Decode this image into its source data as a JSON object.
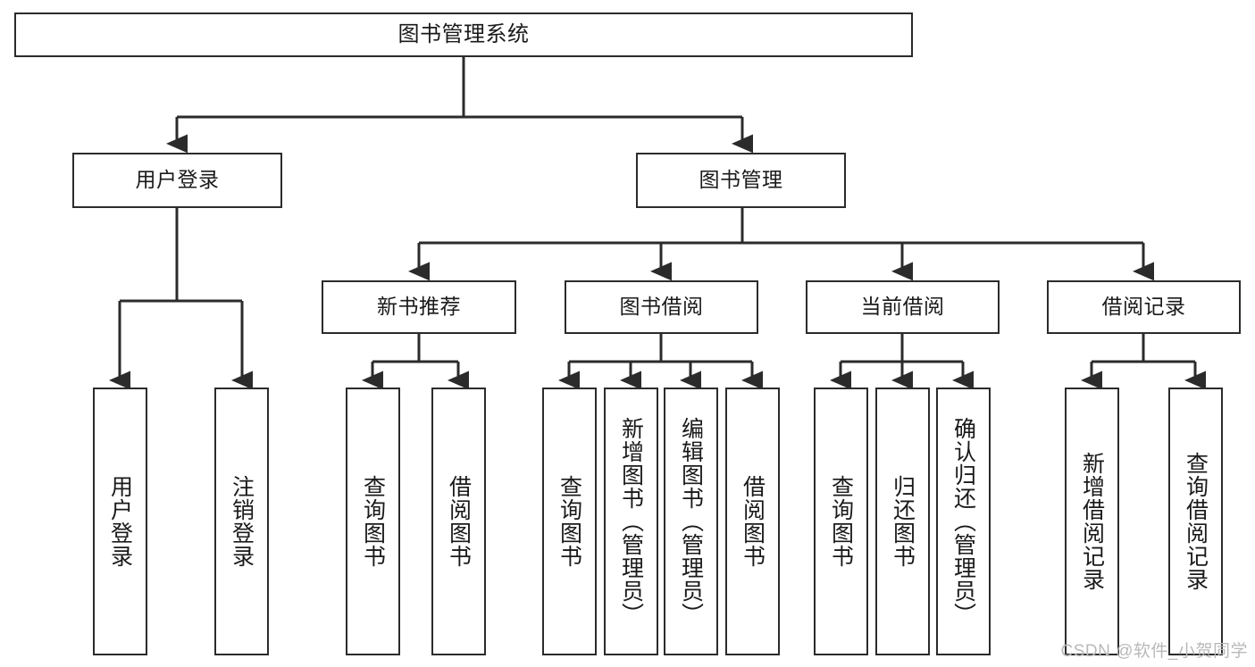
{
  "diagram": {
    "title": "图书管理系统",
    "type": "tree-hierarchy-chart",
    "root": {
      "id": "root",
      "label": "图书管理系统"
    },
    "level2": [
      {
        "id": "user-login",
        "label": "用户登录"
      },
      {
        "id": "book-management",
        "label": "图书管理"
      }
    ],
    "level3": [
      {
        "id": "new-book-recommend",
        "label": "新书推荐",
        "parent": "book-management"
      },
      {
        "id": "book-borrow",
        "label": "图书借阅",
        "parent": "book-management"
      },
      {
        "id": "current-borrow",
        "label": "当前借阅",
        "parent": "book-management"
      },
      {
        "id": "borrow-record",
        "label": "借阅记录",
        "parent": "book-management"
      }
    ],
    "leaves": {
      "user_login": [
        {
          "id": "leaf-user-login",
          "label": "用户登录"
        },
        {
          "id": "leaf-logout-login",
          "label": "注销登录"
        }
      ],
      "new_book_recommend": [
        {
          "id": "leaf-query-book-1",
          "label": "查询图书"
        },
        {
          "id": "leaf-borrow-book-1",
          "label": "借阅图书"
        }
      ],
      "book_borrow": [
        {
          "id": "leaf-query-book-2",
          "label": "查询图书"
        },
        {
          "id": "leaf-add-book",
          "label": "新增图书（管理员）"
        },
        {
          "id": "leaf-edit-book",
          "label": "编辑图书（管理员）"
        },
        {
          "id": "leaf-borrow-book-2",
          "label": "借阅图书"
        }
      ],
      "current_borrow": [
        {
          "id": "leaf-query-book-3",
          "label": "查询图书"
        },
        {
          "id": "leaf-return-book",
          "label": "归还图书"
        },
        {
          "id": "leaf-confirm-return",
          "label": "确认归还（管理员）"
        }
      ],
      "borrow_record": [
        {
          "id": "leaf-add-record",
          "label": "新增借阅记录"
        },
        {
          "id": "leaf-query-record",
          "label": "查询借阅记录"
        }
      ]
    }
  },
  "watermark": {
    "text": "CSDN @软件_小贺同学"
  },
  "colors": {
    "border": "#2b2b2b",
    "text": "#1a1a1a",
    "background": "#ffffff",
    "connector": "#2b2b2b",
    "watermark": "#b9b9b9"
  }
}
